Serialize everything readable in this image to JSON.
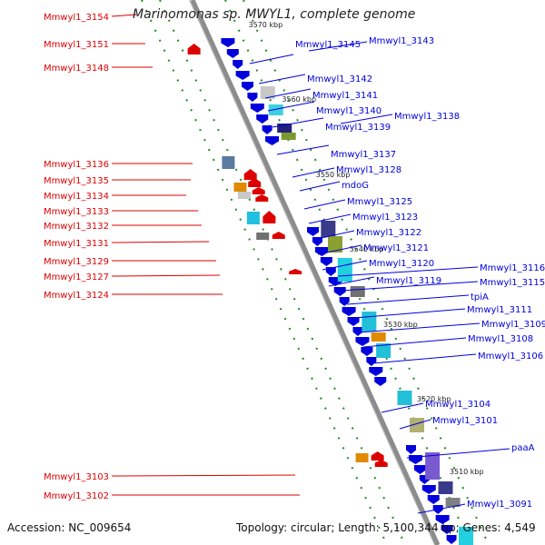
{
  "title": "Marinomonas sp. MWYL1, complete genome",
  "footer": {
    "accession": "Accession: NC_009654",
    "topology": "Topology: circular; Length: 5,100,344 bp; Genes: 4,549"
  },
  "colors": {
    "reverse_strand": "#dd0000",
    "forward_strand": "#0000dd",
    "backbone": "#8c8c8c",
    "tick": "#1f8a1f"
  },
  "scale_labels": [
    "3570 kbp",
    "3560 kbp",
    "3550 kbp",
    "3540 kbp",
    "3530 kbp",
    "3520 kbp",
    "3510 kbp"
  ],
  "left_labels": [
    "Mmwyl1_3154",
    "Mmwyl1_3151",
    "Mmwyl1_3148",
    "Mmwyl1_3136",
    "Mmwyl1_3135",
    "Mmwyl1_3134",
    "Mmwyl1_3133",
    "Mmwyl1_3132",
    "Mmwyl1_3131",
    "Mmwyl1_3129",
    "Mmwyl1_3127",
    "Mmwyl1_3124",
    "Mmwyl1_3103",
    "Mmwyl1_3102"
  ],
  "right_labels": [
    "Mmwyl1_3145",
    "Mmwyl1_3143",
    "Mmwyl1_3142",
    "Mmwyl1_3141",
    "Mmwyl1_3140",
    "Mmwyl1_3138",
    "Mmwyl1_3139",
    "Mmwyl1_3137",
    "Mmwyl1_3128",
    "mdoG",
    "Mmwyl1_3125",
    "Mmwyl1_3123",
    "Mmwyl1_3122",
    "Mmwyl1_3121",
    "Mmwyl1_3120",
    "Mmwyl1_3119",
    "Mmwyl1_3116",
    "Mmwyl1_3115",
    "tpiA",
    "Mmwyl1_3111",
    "Mmwyl1_3109",
    "Mmwyl1_3108",
    "Mmwyl1_3106",
    "Mmwyl1_3104",
    "Mmwyl1_3101",
    "paaA",
    "Mmwyl1_3091"
  ]
}
